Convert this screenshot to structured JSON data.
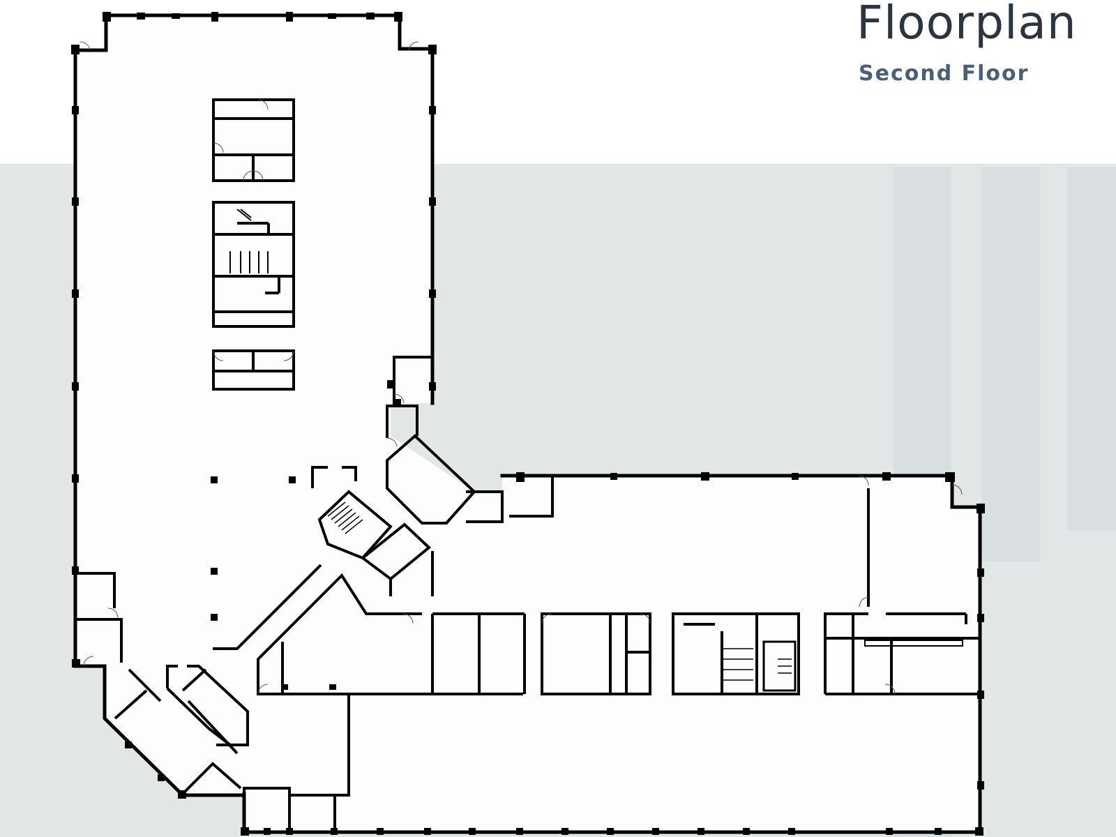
{
  "header": {
    "title": "Floorplan",
    "subtitle": "Second Floor"
  },
  "colors": {
    "background_top": "#ffffff",
    "background_band": "#e2e6e7",
    "background_accent": "#d9dee1",
    "floor_fill": "#fdfdfd",
    "wall": "#000000",
    "title": "#2b3540",
    "subtitle": "#4a6078"
  },
  "plan": {
    "floor": "Second Floor",
    "wings": [
      "north-wing",
      "east-wing",
      "southwest-diagonal-wing"
    ],
    "cores": [
      "north-office-block",
      "north-restroom-core",
      "north-storage-block",
      "central-stair-core",
      "east-restroom-core"
    ]
  }
}
